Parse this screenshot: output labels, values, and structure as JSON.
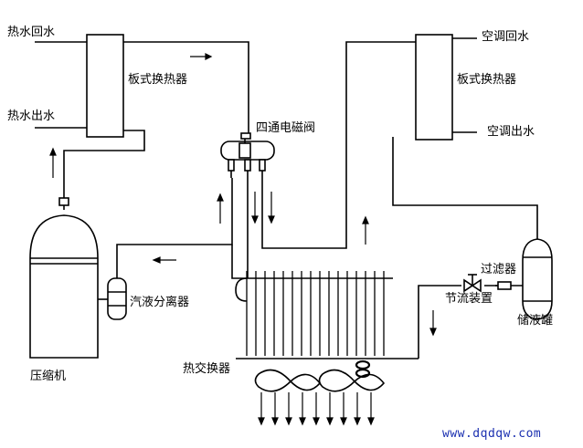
{
  "title": "热泵热水空调系统原理图",
  "labels": {
    "hot_water_return": "热水回水",
    "hot_water_out": "热水出水",
    "plate_hx_left": "板式换热器",
    "four_way_valve": "四通电磁阀",
    "ac_return": "空调回水",
    "plate_hx_right": "板式换热器",
    "ac_out": "空调出水",
    "separator": "汽液分离器",
    "compressor": "压缩机",
    "heat_exchanger": "热交换器",
    "filter": "过滤器",
    "throttle": "节流装置",
    "receiver": "储液罐"
  },
  "watermark": "www.dqdqw.com",
  "colors": {
    "line": "#000000",
    "watermark": "#1a2fb0",
    "background": "#ffffff"
  }
}
